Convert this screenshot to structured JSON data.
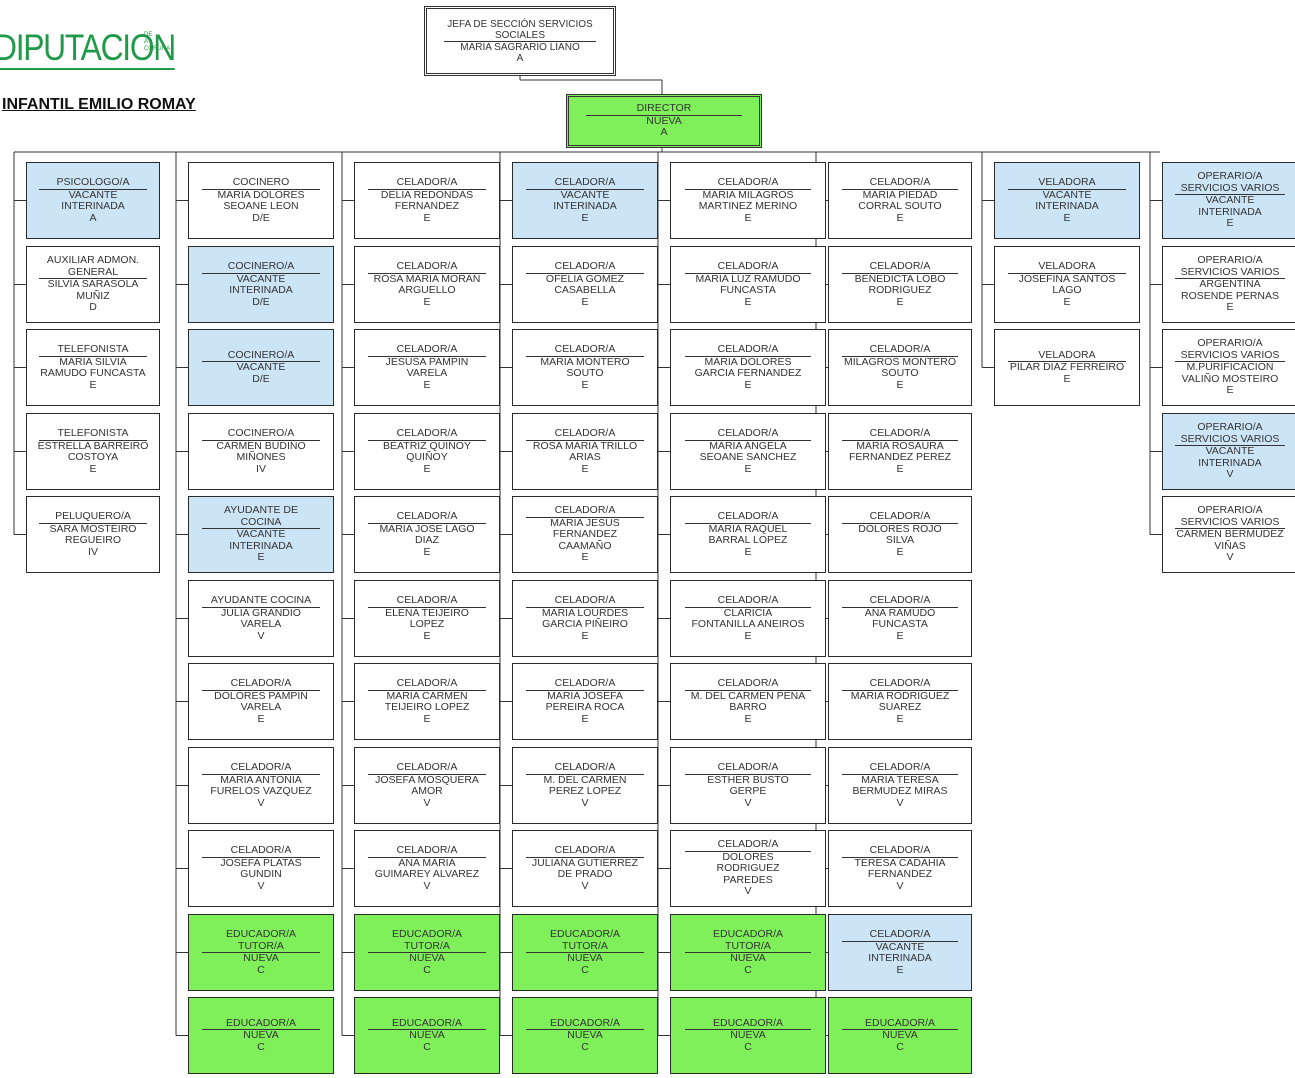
{
  "logo": {
    "word": "DIPUTACION",
    "sub": [
      "DE",
      "A",
      "CORUÑA"
    ]
  },
  "subtitle": "INFANTIL EMILIO ROMAY",
  "chief": {
    "title": [
      "JEFA DE SECCIÓN SERVICIOS",
      "SOCIALES"
    ],
    "name": [
      "MARIA SAGRARIO LIANO"
    ],
    "grade": "A"
  },
  "director": {
    "title": [
      "DIRECTOR"
    ],
    "name": [
      "NUEVA"
    ],
    "grade": "A"
  },
  "colors": {
    "blue": "#cce5f6",
    "green": "#7ff05a",
    "logo": "#1f9a48"
  },
  "columns": [
    {
      "boxes": [
        {
          "title": [
            "PSICOLOGO/A"
          ],
          "name": [
            "VACANTE",
            "INTERINADA"
          ],
          "grade": "A",
          "color": "blue"
        },
        {
          "title": [
            "AUXILIAR ADMON.",
            "GENERAL"
          ],
          "name": [
            "SILVIA SARASOLA",
            "MUÑIZ"
          ],
          "grade": "D",
          "color": "white"
        },
        {
          "title": [
            "TELEFONISTA"
          ],
          "name": [
            "MARIA SILVIA",
            "RAMUDO FUNCASTA"
          ],
          "grade": "E",
          "color": "white"
        },
        {
          "title": [
            "TELEFONISTA"
          ],
          "name": [
            "ESTRELLA BARREIRO",
            "COSTOYA"
          ],
          "grade": "E",
          "color": "white"
        },
        {
          "title": [
            "PELUQUERO/A"
          ],
          "name": [
            "SARA MOSTEIRO",
            "REGUEIRO"
          ],
          "grade": "IV",
          "color": "white"
        }
      ]
    },
    {
      "boxes": [
        {
          "title": [
            "COCINERO"
          ],
          "name": [
            "MARIA DOLORES",
            "SEOANE LEON"
          ],
          "grade": "D/E",
          "color": "white"
        },
        {
          "title": [
            "COCINERO/A"
          ],
          "name": [
            "VACANTE",
            "INTERINADA"
          ],
          "grade": "D/E",
          "color": "blue"
        },
        {
          "title": [
            "COCINERO/A"
          ],
          "name": [
            "VACANTE"
          ],
          "grade": "D/E",
          "color": "blue"
        },
        {
          "title": [
            "COCINERO/A"
          ],
          "name": [
            "CARMEN BUDIÑO",
            "MIÑONES"
          ],
          "grade": "IV",
          "color": "white"
        },
        {
          "title": [
            "AYUDANTE DE",
            "COCINA"
          ],
          "name": [
            "VACANTE",
            "INTERINADA"
          ],
          "grade": "E",
          "color": "blue"
        },
        {
          "title": [
            "AYUDANTE COCINA"
          ],
          "name": [
            "JULIA GRANDIO",
            "VARELA"
          ],
          "grade": "V",
          "color": "white"
        },
        {
          "title": [
            "CELADOR/A"
          ],
          "name": [
            "DOLORES PAMPIN",
            "VARELA"
          ],
          "grade": "E",
          "color": "white"
        },
        {
          "title": [
            "CELADOR/A"
          ],
          "name": [
            "MARIA ANTONIA",
            "FURELOS VAZQUEZ"
          ],
          "grade": "V",
          "color": "white"
        },
        {
          "title": [
            "CELADOR/A"
          ],
          "name": [
            "JOSEFA PLATAS",
            "GUNDIN"
          ],
          "grade": "V",
          "color": "white"
        },
        {
          "title": [
            "EDUCADOR/A",
            "TUTOR/A"
          ],
          "name": [
            "NUEVA"
          ],
          "grade": "C",
          "color": "green"
        },
        {
          "title": [
            "EDUCADOR/A"
          ],
          "name": [
            "NUEVA"
          ],
          "grade": "C",
          "color": "green"
        }
      ]
    },
    {
      "boxes": [
        {
          "title": [
            "CELADOR/A"
          ],
          "name": [
            "DELIA REDONDAS",
            "FERNANDEZ"
          ],
          "grade": "E",
          "color": "white"
        },
        {
          "title": [
            "CELADOR/A"
          ],
          "name": [
            "ROSA MARIA MORAN",
            "ARGUELLO"
          ],
          "grade": "E",
          "color": "white"
        },
        {
          "title": [
            "CELADOR/A"
          ],
          "name": [
            "JESUSA PAMPIN",
            "VARELA"
          ],
          "grade": "E",
          "color": "white"
        },
        {
          "title": [
            "CELADOR/A"
          ],
          "name": [
            "BEATRIZ QUINOY",
            "QUIÑOY"
          ],
          "grade": "E",
          "color": "white"
        },
        {
          "title": [
            "CELADOR/A"
          ],
          "name": [
            "MARIA JOSE LAGO",
            "DIAZ"
          ],
          "grade": "E",
          "color": "white"
        },
        {
          "title": [
            "CELADOR/A"
          ],
          "name": [
            "ELENA TEIJEIRO",
            "LOPEZ"
          ],
          "grade": "E",
          "color": "white"
        },
        {
          "title": [
            "CELADOR/A"
          ],
          "name": [
            "MARIA CARMEN",
            "TEIJEIRO LOPEZ"
          ],
          "grade": "E",
          "color": "white"
        },
        {
          "title": [
            "CELADOR/A"
          ],
          "name": [
            "JOSEFA MOSQUERA",
            "AMOR"
          ],
          "grade": "V",
          "color": "white"
        },
        {
          "title": [
            "CELADOR/A"
          ],
          "name": [
            "ANA MARIA",
            "GUIMAREY ALVAREZ"
          ],
          "grade": "V",
          "color": "white"
        },
        {
          "title": [
            "EDUCADOR/A",
            "TUTOR/A"
          ],
          "name": [
            "NUEVA"
          ],
          "grade": "C",
          "color": "green"
        },
        {
          "title": [
            "EDUCADOR/A"
          ],
          "name": [
            "NUEVA"
          ],
          "grade": "C",
          "color": "green"
        }
      ]
    },
    {
      "boxes": [
        {
          "title": [
            "CELADOR/A"
          ],
          "name": [
            "VACANTE",
            "INTERINADA"
          ],
          "grade": "E",
          "color": "blue"
        },
        {
          "title": [
            "CELADOR/A"
          ],
          "name": [
            "OFELIA GOMEZ",
            "CASABELLA"
          ],
          "grade": "E",
          "color": "white"
        },
        {
          "title": [
            "CELADOR/A"
          ],
          "name": [
            "MARIA MONTERO",
            "SOUTO"
          ],
          "grade": "E",
          "color": "white"
        },
        {
          "title": [
            "CELADOR/A"
          ],
          "name": [
            "ROSA MARIA TRILLO",
            "ARIAS"
          ],
          "grade": "E",
          "color": "white"
        },
        {
          "title": [
            "CELADOR/A"
          ],
          "name": [
            "MARIA JESUS",
            "FERNANDEZ",
            "CAAMAÑO"
          ],
          "grade": "E",
          "color": "white"
        },
        {
          "title": [
            "CELADOR/A"
          ],
          "name": [
            "MARIA LOURDES",
            "GARCIA PIÑEIRO"
          ],
          "grade": "E",
          "color": "white"
        },
        {
          "title": [
            "CELADOR/A"
          ],
          "name": [
            "MARIA JOSEFA",
            "PEREIRA ROCA"
          ],
          "grade": "E",
          "color": "white"
        },
        {
          "title": [
            "CELADOR/A"
          ],
          "name": [
            "M. DEL CARMEN",
            "PEREZ LOPEZ"
          ],
          "grade": "V",
          "color": "white"
        },
        {
          "title": [
            "CELADOR/A"
          ],
          "name": [
            "JULIANA GUTIERREZ",
            "DE PRADO"
          ],
          "grade": "V",
          "color": "white"
        },
        {
          "title": [
            "EDUCADOR/A",
            "TUTOR/A"
          ],
          "name": [
            "NUEVA"
          ],
          "grade": "C",
          "color": "green"
        },
        {
          "title": [
            "EDUCADOR/A"
          ],
          "name": [
            "NUEVA"
          ],
          "grade": "C",
          "color": "green"
        }
      ]
    },
    {
      "boxes": [
        {
          "title": [
            "CELADOR/A"
          ],
          "name": [
            "MARIA MILAGROS",
            "MARTINEZ MERINO"
          ],
          "grade": "E",
          "color": "white"
        },
        {
          "title": [
            "CELADOR/A"
          ],
          "name": [
            "MARIA LUZ RAMUDO",
            "FUNCASTA"
          ],
          "grade": "E",
          "color": "white"
        },
        {
          "title": [
            "CELADOR/A"
          ],
          "name": [
            "MARIA DOLORES",
            "GARCIA FERNANDEZ"
          ],
          "grade": "E",
          "color": "white"
        },
        {
          "title": [
            "CELADOR/A"
          ],
          "name": [
            "MARIA ANGELA",
            "SEOANE SANCHEZ"
          ],
          "grade": "E",
          "color": "white"
        },
        {
          "title": [
            "CELADOR/A"
          ],
          "name": [
            "MARIA RAQUEL",
            "BARRAL LOPEZ"
          ],
          "grade": "E",
          "color": "white"
        },
        {
          "title": [
            "CELADOR/A"
          ],
          "name": [
            "CLARICIA",
            "FONTANILLA ANEIROS"
          ],
          "grade": "E",
          "color": "white"
        },
        {
          "title": [
            "CELADOR/A"
          ],
          "name": [
            "M. DEL CARMEN PENA",
            "BARRO"
          ],
          "grade": "E",
          "color": "white"
        },
        {
          "title": [
            "CELADOR/A"
          ],
          "name": [
            "ESTHER BUSTO",
            "GERPE"
          ],
          "grade": "V",
          "color": "white"
        },
        {
          "title": [
            "CELADOR/A"
          ],
          "name": [
            "DOLORES",
            "RODRIGUEZ",
            "PAREDES"
          ],
          "grade": "V",
          "color": "white"
        },
        {
          "title": [
            "EDUCADOR/A",
            "TUTOR/A"
          ],
          "name": [
            "NUEVA"
          ],
          "grade": "C",
          "color": "green"
        },
        {
          "title": [
            "EDUCADOR/A"
          ],
          "name": [
            "NUEVA"
          ],
          "grade": "C",
          "color": "green"
        }
      ]
    },
    {
      "boxes": [
        {
          "title": [
            "CELADOR/A"
          ],
          "name": [
            "MARIA PIEDAD",
            "CORRAL SOUTO"
          ],
          "grade": "E",
          "color": "white"
        },
        {
          "title": [
            "CELADOR/A"
          ],
          "name": [
            "BENEDICTA LOBO",
            "RODRIGUEZ"
          ],
          "grade": "E",
          "color": "white"
        },
        {
          "title": [
            "CELADOR/A"
          ],
          "name": [
            "MILAGROS MONTERO",
            "SOUTO"
          ],
          "grade": "E",
          "color": "white"
        },
        {
          "title": [
            "CELADOR/A"
          ],
          "name": [
            "MARIA ROSAURA",
            "FERNANDEZ PEREZ"
          ],
          "grade": "E",
          "color": "white"
        },
        {
          "title": [
            "CELADOR/A"
          ],
          "name": [
            "DOLORES ROJO",
            "SILVA"
          ],
          "grade": "E",
          "color": "white"
        },
        {
          "title": [
            "CELADOR/A"
          ],
          "name": [
            "ANA RAMUDO",
            "FUNCASTA"
          ],
          "grade": "E",
          "color": "white"
        },
        {
          "title": [
            "CELADOR/A"
          ],
          "name": [
            "MARIA RODRIGUEZ",
            "SUAREZ"
          ],
          "grade": "E",
          "color": "white"
        },
        {
          "title": [
            "CELADOR/A"
          ],
          "name": [
            "MARIA TERESA",
            "BERMUDEZ MIRAS"
          ],
          "grade": "V",
          "color": "white"
        },
        {
          "title": [
            "CELADOR/A"
          ],
          "name": [
            "TERESA CADAHIA",
            "FERNANDEZ"
          ],
          "grade": "V",
          "color": "white"
        },
        {
          "title": [
            "CELADOR/A"
          ],
          "name": [
            "VACANTE",
            "INTERINADA"
          ],
          "grade": "E",
          "color": "blue"
        },
        {
          "title": [
            "EDUCADOR/A"
          ],
          "name": [
            "NUEVA"
          ],
          "grade": "C",
          "color": "green"
        }
      ]
    },
    {
      "boxes": [
        {
          "title": [
            "VELADORA"
          ],
          "name": [
            "VACANTE",
            "INTERINADA"
          ],
          "grade": "E",
          "color": "blue"
        },
        {
          "title": [
            "VELADORA"
          ],
          "name": [
            "JOSEFINA SANTOS",
            "LAGO"
          ],
          "grade": "E",
          "color": "white"
        },
        {
          "title": [
            "VELADORA"
          ],
          "name": [
            "PILAR DIAZ FERREIRO"
          ],
          "grade": "E",
          "color": "white"
        }
      ]
    },
    {
      "boxes": [
        {
          "title": [
            "OPERARIO/A",
            "SERVICIOS VARIOS"
          ],
          "name": [
            "VACANTE",
            "INTERINADA"
          ],
          "grade": "E",
          "color": "blue"
        },
        {
          "title": [
            "OPERARIO/A",
            "SERVICIOS VARIOS"
          ],
          "name": [
            "ARGENTINA",
            "ROSENDE PERNAS"
          ],
          "grade": "E",
          "color": "white"
        },
        {
          "title": [
            "OPERARIO/A",
            "SERVICIOS VARIOS"
          ],
          "name": [
            "M.PURIFICACION",
            "VALIÑO MOSTEIRO"
          ],
          "grade": "E",
          "color": "white"
        },
        {
          "title": [
            "OPERARIO/A",
            "SERVICIOS VARIOS"
          ],
          "name": [
            "VACANTE",
            "INTERINADA"
          ],
          "grade": "V",
          "color": "blue"
        },
        {
          "title": [
            "OPERARIO/A",
            "SERVICIOS VARIOS"
          ],
          "name": [
            "CARMEN BERMUDEZ",
            "VIÑAS"
          ],
          "grade": "V",
          "color": "white"
        }
      ]
    }
  ]
}
